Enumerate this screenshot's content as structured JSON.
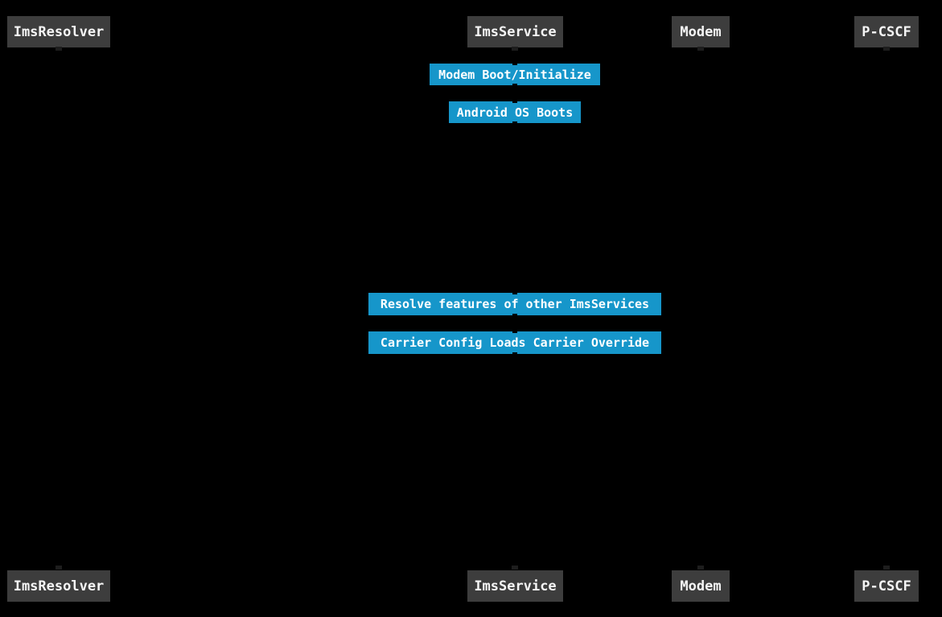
{
  "diagram": {
    "type": "sequence-diagram",
    "background_color": "#000000",
    "participant_fill": "#3d3d3d",
    "participant_text_color": "#f5f5f5",
    "note_fill": "#1696ca",
    "note_text_color": "#ffffff",
    "participants": [
      {
        "label": "ImsResolver"
      },
      {
        "label": "ImsService"
      },
      {
        "label": "Modem"
      },
      {
        "label": "P-CSCF"
      }
    ],
    "notes": [
      {
        "label": "Modem Boot/Initialize"
      },
      {
        "label": "Android OS Boots"
      },
      {
        "label": "Resolve features of other ImsServices"
      },
      {
        "label": "Carrier Config Loads Carrier Override"
      }
    ]
  }
}
